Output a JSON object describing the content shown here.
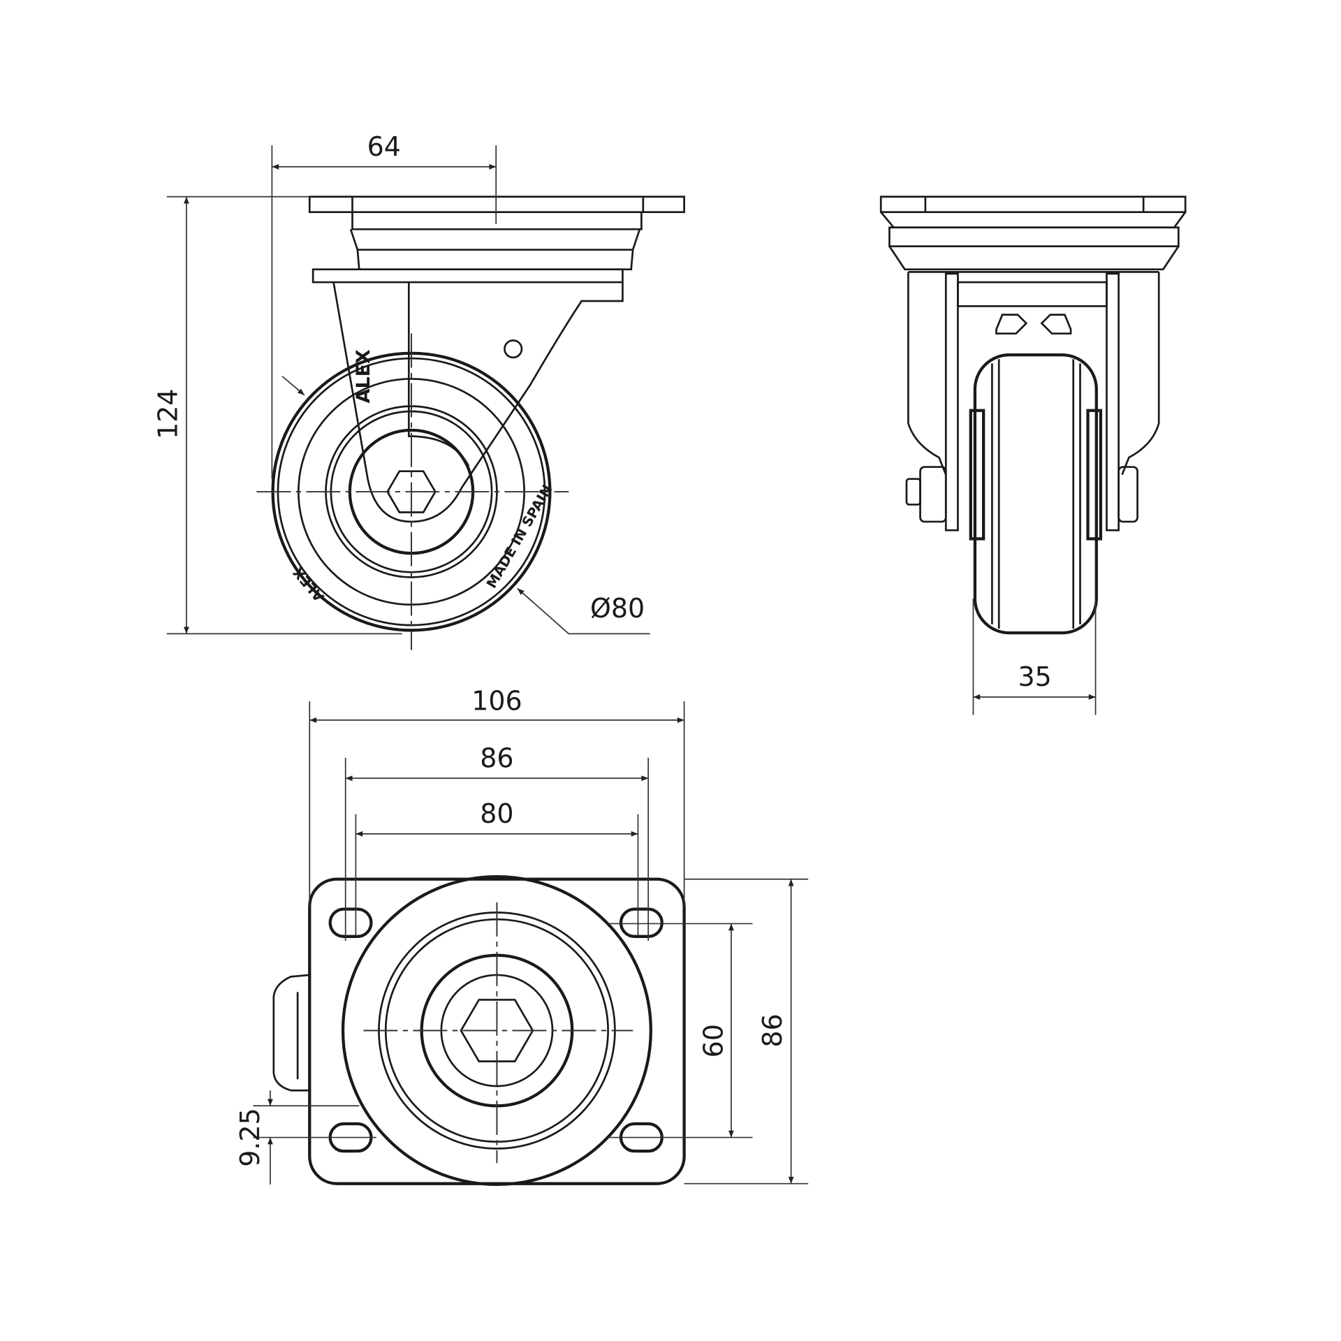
{
  "drawing": {
    "side_view": {
      "dim_offset_width": "64",
      "dim_height": "124",
      "dim_wheel_diameter": "Ø80",
      "fork_logo": "ALEX",
      "wheel_text_left": "ALEX",
      "wheel_text_right": "MADE IN SPAIN"
    },
    "front_view": {
      "dim_wheel_width": "35"
    },
    "top_view": {
      "dim_plate_width": "106",
      "dim_hole_spacing_outer": "86",
      "dim_hole_spacing_inner": "80",
      "dim_hole_spacing_vertical": "60",
      "dim_plate_depth": "86",
      "dim_hole_offset": "9.25"
    }
  }
}
